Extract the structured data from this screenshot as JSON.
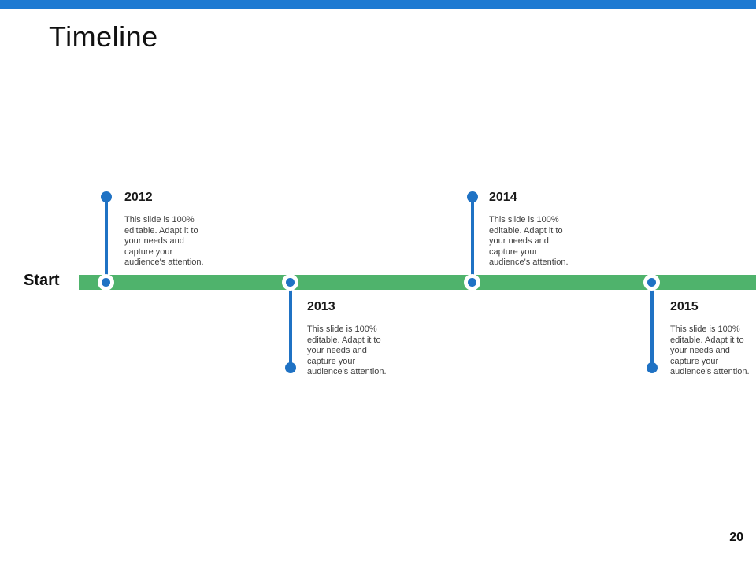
{
  "slide": {
    "title": "Timeline",
    "start_label": "Start",
    "page_number": "20"
  },
  "colors": {
    "accent_blue": "#1e7ad2",
    "marker_blue": "#1f72c4",
    "bar_green": "#4fb36c"
  },
  "timeline": {
    "milestones": [
      {
        "year": "2012",
        "position": "above",
        "description": "This slide is 100% editable. Adapt it to your needs and capture your audience's attention."
      },
      {
        "year": "2013",
        "position": "below",
        "description": "This slide is 100% editable. Adapt it to your needs and capture your audience's attention."
      },
      {
        "year": "2014",
        "position": "above",
        "description": "This slide is 100% editable. Adapt it to your needs and capture your audience's attention."
      },
      {
        "year": "2015",
        "position": "below",
        "description": "This slide is 100% editable. Adapt it to your needs and capture your audience's attention."
      }
    ]
  }
}
